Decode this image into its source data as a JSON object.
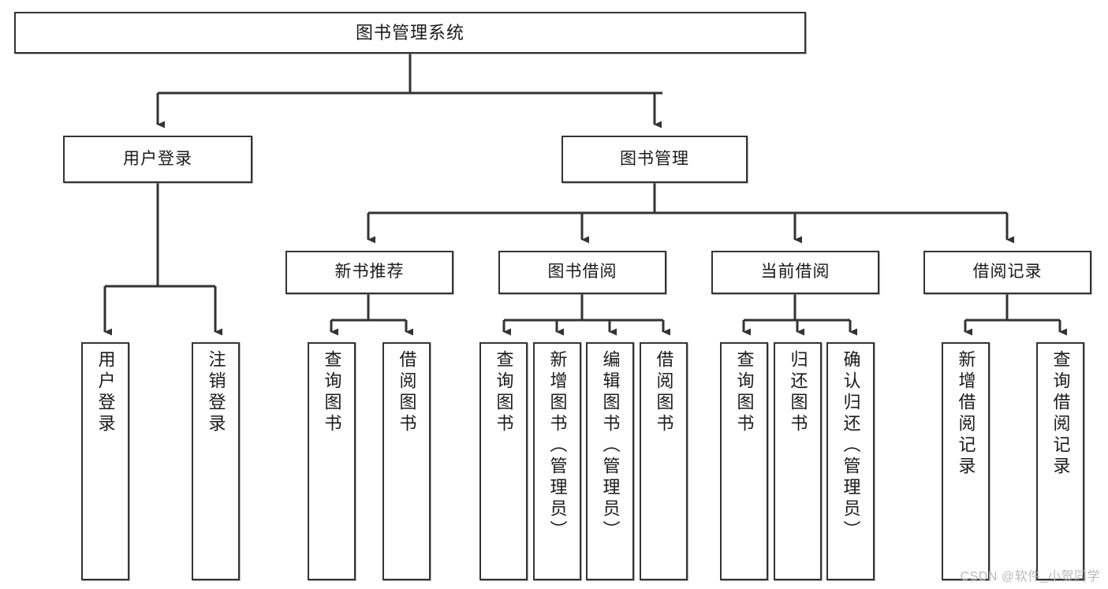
{
  "diagram": {
    "title": "图书管理系统",
    "type": "tree-hierarchy-chart",
    "colors": {
      "box_border": "#333333",
      "box_fill": "#ffffff",
      "edge": "#333333",
      "text": "#1a1a1a",
      "watermark": "#b9b9b9",
      "background": "#ffffff"
    },
    "watermark": "CSDN @软件_小贺同学",
    "nodes": {
      "root": {
        "label": "图书管理系统"
      },
      "level2": [
        {
          "label": "用户登录"
        },
        {
          "label": "图书管理"
        }
      ],
      "level3": [
        {
          "label": "新书推荐"
        },
        {
          "label": "图书借阅"
        },
        {
          "label": "当前借阅"
        },
        {
          "label": "借阅记录"
        }
      ],
      "leaves_user_login": [
        {
          "label": "用户登录"
        },
        {
          "label": "注销登录"
        }
      ],
      "leaves_new_book": [
        {
          "label": "查询图书"
        },
        {
          "label": "借阅图书"
        }
      ],
      "leaves_borrow": [
        {
          "label": "查询图书"
        },
        {
          "label": "新增图书（管理员）"
        },
        {
          "label": "编辑图书（管理员）"
        },
        {
          "label": "借阅图书"
        }
      ],
      "leaves_current": [
        {
          "label": "查询图书"
        },
        {
          "label": "归还图书"
        },
        {
          "label": "确认归还（管理员）"
        }
      ],
      "leaves_records": [
        {
          "label": "新增借阅记录"
        },
        {
          "label": "查询借阅记录"
        }
      ]
    }
  }
}
